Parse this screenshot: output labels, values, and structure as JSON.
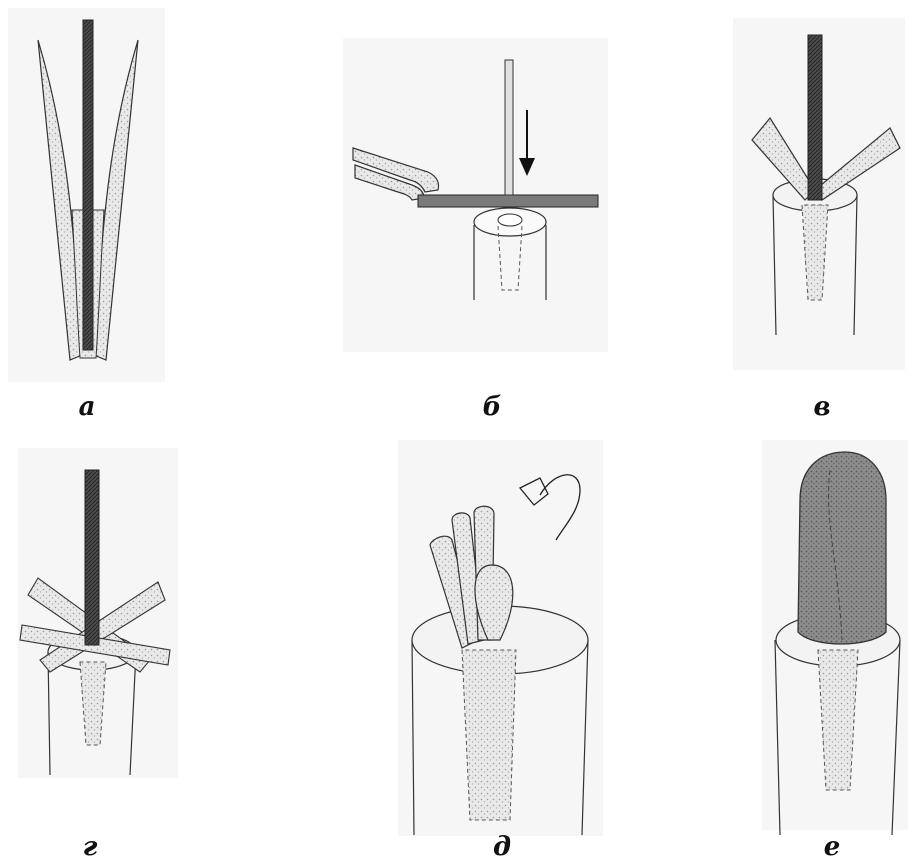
{
  "panels": [
    {
      "id": "a",
      "label": "а"
    },
    {
      "id": "b",
      "label": "б"
    },
    {
      "id": "v",
      "label": "в"
    },
    {
      "id": "g",
      "label": "г"
    },
    {
      "id": "d",
      "label": "д"
    },
    {
      "id": "e",
      "label": "е"
    }
  ],
  "colors": {
    "line": "#2a2a2a",
    "dark_rod": "#3b3b3b",
    "stipple": "#cfcfcf",
    "panel_bg": "#f4f4f4"
  }
}
